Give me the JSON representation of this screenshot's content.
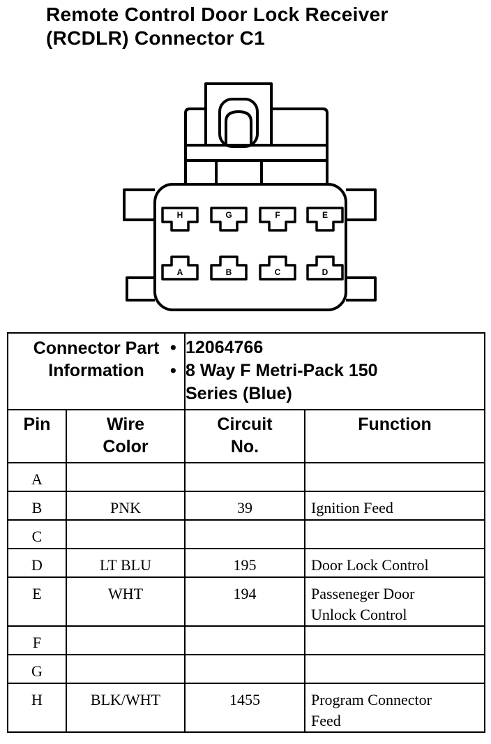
{
  "title": {
    "line1": "Remote Control Door Lock Receiver",
    "line2": "(RCDLR) Connector C1"
  },
  "connector": {
    "top_pins": [
      "H",
      "G",
      "F",
      "E"
    ],
    "bottom_pins": [
      "A",
      "B",
      "C",
      "D"
    ]
  },
  "part_info": {
    "label_line1": "Connector Part",
    "label_line2": "Information",
    "bullet": "•",
    "part_number": "12064766",
    "description_line1": "8 Way F Metri-Pack 150",
    "description_line2": "Series (Blue)"
  },
  "columns": {
    "pin": "Pin",
    "wire_color_1": "Wire",
    "wire_color_2": "Color",
    "circuit_1": "Circuit",
    "circuit_2": "No.",
    "function": "Function"
  },
  "rows": [
    {
      "pin": "A",
      "color": "",
      "circuit": "",
      "function_1": "",
      "function_2": ""
    },
    {
      "pin": "B",
      "color": "PNK",
      "circuit": "39",
      "function_1": "Ignition Feed",
      "function_2": ""
    },
    {
      "pin": "C",
      "color": "",
      "circuit": "",
      "function_1": "",
      "function_2": ""
    },
    {
      "pin": "D",
      "color": "LT BLU",
      "circuit": "195",
      "function_1": "Door Lock Control",
      "function_2": ""
    },
    {
      "pin": "E",
      "color": "WHT",
      "circuit": "194",
      "function_1": "Passeneger Door",
      "function_2": "Unlock Control"
    },
    {
      "pin": "F",
      "color": "",
      "circuit": "",
      "function_1": "",
      "function_2": ""
    },
    {
      "pin": "G",
      "color": "",
      "circuit": "",
      "function_1": "",
      "function_2": ""
    },
    {
      "pin": "H",
      "color": "BLK/WHT",
      "circuit": "1455",
      "function_1": "Program Connector",
      "function_2": "Feed"
    }
  ]
}
